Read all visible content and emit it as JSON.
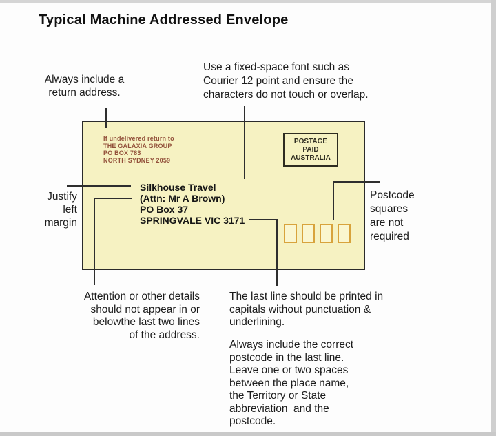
{
  "page": {
    "title": "Typical Machine Addressed Envelope"
  },
  "annotations": {
    "return_address_note": "Always include a\nreturn address.",
    "fixed_space_note": "Use a fixed-space font such as\nCourier 12 point and ensure the\ncharacters do not touch or overlap.",
    "justify_note": "Justify\nleft\nmargin",
    "postcode_squares_note": "Postcode\nsquares\nare not\nrequired",
    "attention_note": "Attention or other details\nshould not appear in or\nbelowthe last two lines\nof the address.",
    "last_line_note": "The last line should be printed in\ncapitals without punctuation &\nunderlining.",
    "postcode_note": "Always include the correct\npostcode in the last line.\nLeave one or two spaces\nbetween the place name,\nthe Territory or State\nabbreviation  and the\npostcode."
  },
  "envelope": {
    "return_address": "If undelivered return to\nTHE GALAXIA GROUP\nPO BOX 783\nNORTH SYDNEY 2059",
    "postage_mark": "POSTAGE\nPAID\nAUSTRALIA",
    "recipient_address": "Silkhouse Travel\n(Attn: Mr A Brown)\nPO Box 37\nSPRINGVALE VIC 3171",
    "postcode_square_count": 4
  },
  "colors": {
    "envelope_fill": "#f6f2c2",
    "envelope_border": "#2b2b2b",
    "return_address_text": "#93513b",
    "postcode_square_border": "#d8a33c",
    "connector_line": "#2e2e2e",
    "background": "#fdfdfd"
  }
}
